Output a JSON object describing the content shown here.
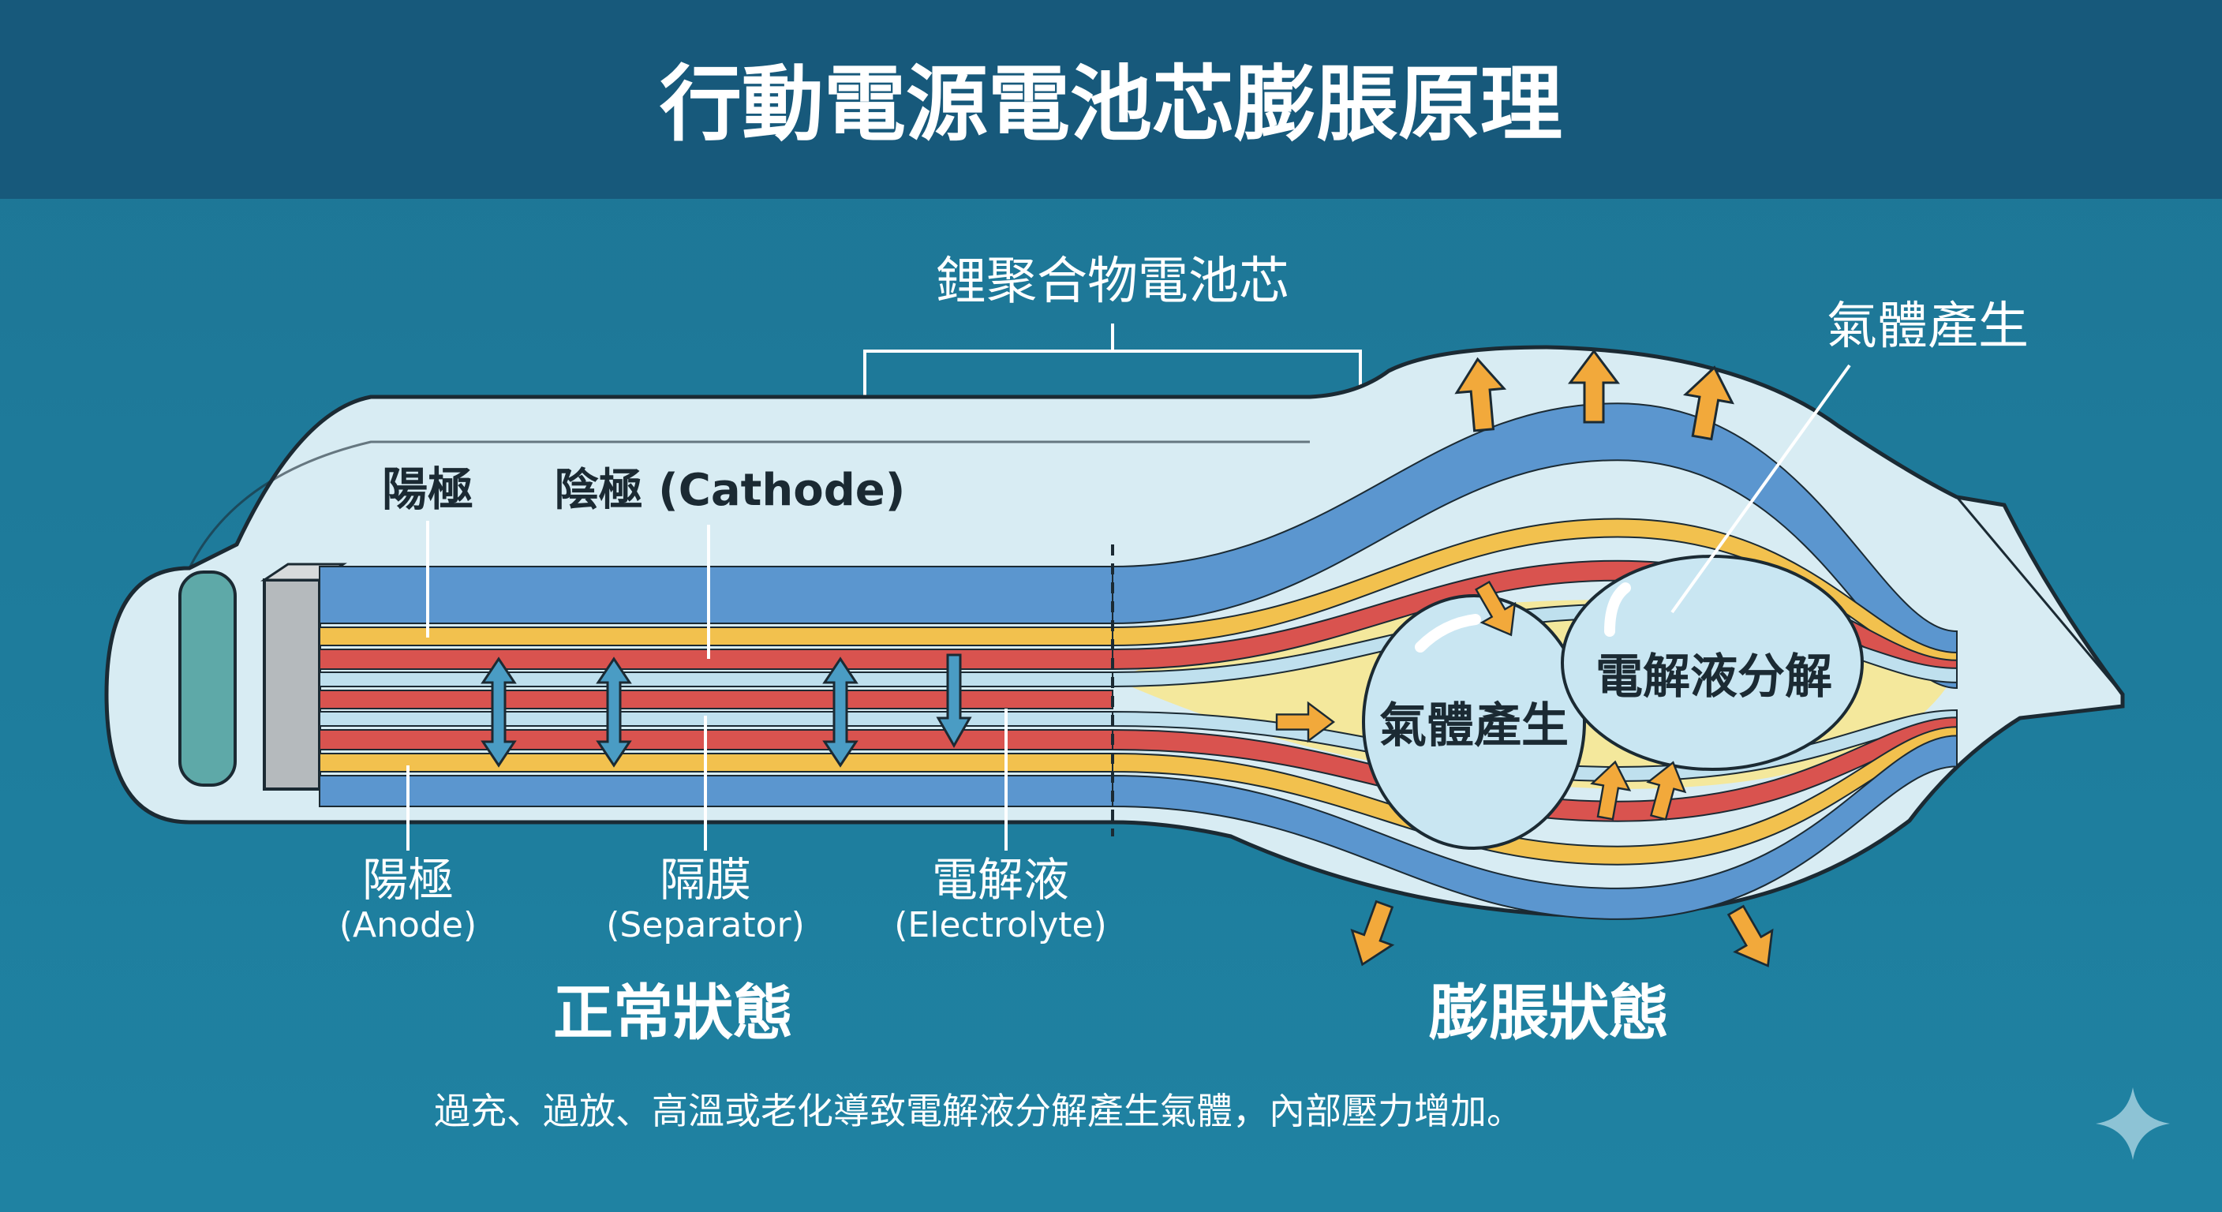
{
  "header": {
    "title": "行動電源電池芯膨脹原理"
  },
  "diagram": {
    "cell_label": "鋰聚合物電池芯",
    "top_labels": {
      "anode": "陽極",
      "cathode": "陰極 (Cathode)"
    },
    "bottom_labels": {
      "anode": "陽極",
      "anode_en": "(Anode)",
      "separator": "隔膜",
      "separator_en": "(Separator)",
      "electrolyte": "電解液",
      "electrolyte_en": "(Electrolyte)"
    },
    "gas_label_outer": "氣體產生",
    "gas_label_inner": "氣體產生",
    "decomposition_label": "電解液分解",
    "state_normal": "正常狀態",
    "state_swollen": "膨脹狀態"
  },
  "footer": {
    "caption": "過充、過放、高溫或老化導致電解液分解產生氣體，內部壓力增加。"
  },
  "colors": {
    "header_bg": "#17597b",
    "background": "#1f7b9b",
    "anode_blue": "#5b96cf",
    "cathode_red": "#d9534f",
    "yellow": "#f2c14e",
    "separator": "#bfe0ee",
    "shell": "#d8ecf3",
    "arrow": "#f2a93b"
  }
}
